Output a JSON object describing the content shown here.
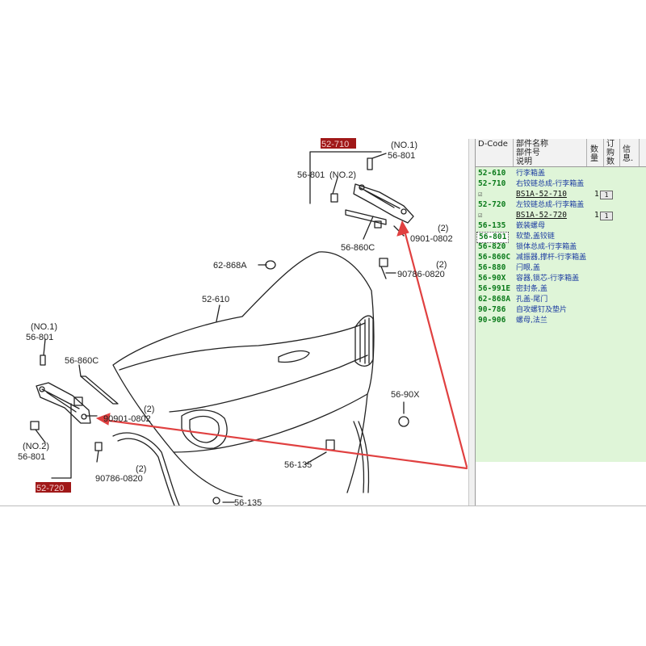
{
  "diagram": {
    "callouts": {
      "c_52710": "52-710",
      "c_no1_top": "(NO.1)",
      "c_56801_top": "56-801",
      "c_56801_no2_top": "56-801",
      "c_no2_top": "(NO.2)",
      "c_56860c_top": "56-860C",
      "c_2_top_a": "(2)",
      "c_90901_top": "0901-0802",
      "c_2_top_b": "(2)",
      "c_90786_top": "90786-0820",
      "c_62868a": "62-868A",
      "c_52610": "52-610",
      "c_no1_left": "(NO.1)",
      "c_56801_left": "56-801",
      "c_56860c_left": "56-860C",
      "c_2_left_a": "(2)",
      "c_90901_left": "90901-0802",
      "c_5690x": "56-90X",
      "c_no2_left": "(NO.2)",
      "c_56801_left2": "56-801",
      "c_2_left_b": "(2)",
      "c_90786_left": "90786-0820",
      "c_56135_a": "56-135",
      "c_56135_b": "56-135",
      "c_52720": "52-720"
    },
    "colors": {
      "line": "#222222",
      "highlight_tag": "#a01818",
      "arrow": "#e04040"
    }
  },
  "parts_panel": {
    "columns": {
      "code": "D-Code",
      "desc_a": "部件名称",
      "desc_b": "部件号",
      "desc_c": "说明",
      "qty_a": "数",
      "qty_b": "量",
      "order_a": "订",
      "order_b": "购",
      "order_c": "数",
      "info_a": "信",
      "info_b": "息."
    },
    "rows": [
      {
        "code": "52-610",
        "desc": "行李箱盖"
      },
      {
        "code": "52-710",
        "desc": "右铰链总成-行李箱盖"
      },
      {
        "check": "☑",
        "pn": "BS1A-52-710",
        "qty": "1",
        "order": "1"
      },
      {
        "code": "52-720",
        "desc": "左铰链总成-行李箱盖"
      },
      {
        "check": "☑",
        "pn": "BS1A-52-720",
        "qty": "1",
        "order": "1"
      },
      {
        "code": "56-135",
        "desc": "嵌装螺母"
      },
      {
        "code": "56-801",
        "desc": "软垫,盖铰链"
      },
      {
        "code": "56-820",
        "desc": "锁体总成-行李箱盖"
      },
      {
        "code": "56-860C",
        "desc": "减振器,撑杆-行李箱盖"
      },
      {
        "code": "56-880",
        "desc": "闩眼,盖"
      },
      {
        "code": "56-90X",
        "desc": "容器,锁芯-行李箱盖"
      },
      {
        "code": "56-991E",
        "desc": "密封条,盖"
      },
      {
        "code": "62-868A",
        "desc": "孔盖-尾门"
      },
      {
        "code": "90-786",
        "desc": "自攻螺钉及垫片"
      },
      {
        "code": "90-906",
        "desc": "螺母,法兰"
      }
    ],
    "colors": {
      "code": "#0a7a1a",
      "desc": "#1a3aa0",
      "row_bg": "#dff5d8"
    }
  }
}
